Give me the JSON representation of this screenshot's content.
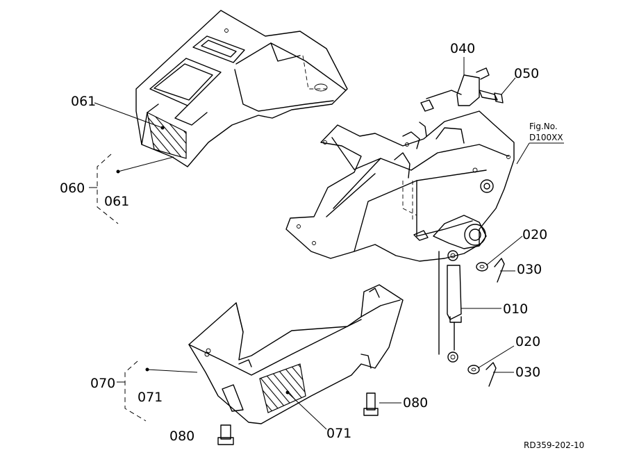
{
  "callouts": {
    "p010": "010",
    "p020_top": "020",
    "p020_bottom": "020",
    "p030_top": "030",
    "p030_bottom": "030",
    "p040": "040",
    "p050": "050",
    "p060": "060",
    "p061_top": "061",
    "p061_group": "061",
    "p070": "070",
    "p071_group": "071",
    "p071_bottom": "071",
    "p080_left": "080",
    "p080_right": "080"
  },
  "figure_ref": {
    "line1": "Fig.No.",
    "line2": "D100XX"
  },
  "drawing_code": "RD359-202-10"
}
